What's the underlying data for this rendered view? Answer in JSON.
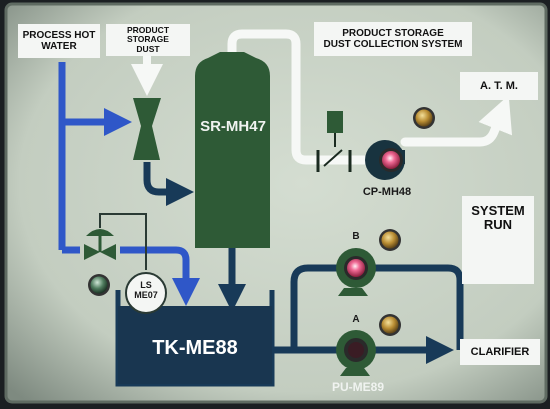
{
  "labels": {
    "process_hot_water": "PROCESS HOT\nWATER",
    "product_storage_dust": "PRODUCT STORAGE\nDUST",
    "dust_collection_system": "PRODUCT STORAGE\nDUST COLLECTION SYSTEM",
    "atm": "A. T. M.",
    "collector": "SR-MH47",
    "fan": "CP-MH48",
    "system_run": "SYSTEM\nRUN",
    "level_switch": "LS\nME07",
    "tank": "TK-ME88",
    "pump_b": "B",
    "pump_a": "A",
    "pump": "PU-ME89",
    "clarifier": "CLARIFIER"
  },
  "colors": {
    "panel": "#c9d3c6",
    "hot_water_line": "#2f57c8",
    "process_line": "#183a58",
    "air_line": "#f6f8f6",
    "equipment": "#2e5a36",
    "tank": "#193650",
    "lamp_red": "#e84a7a",
    "lamp_amber": "#c8a246"
  }
}
